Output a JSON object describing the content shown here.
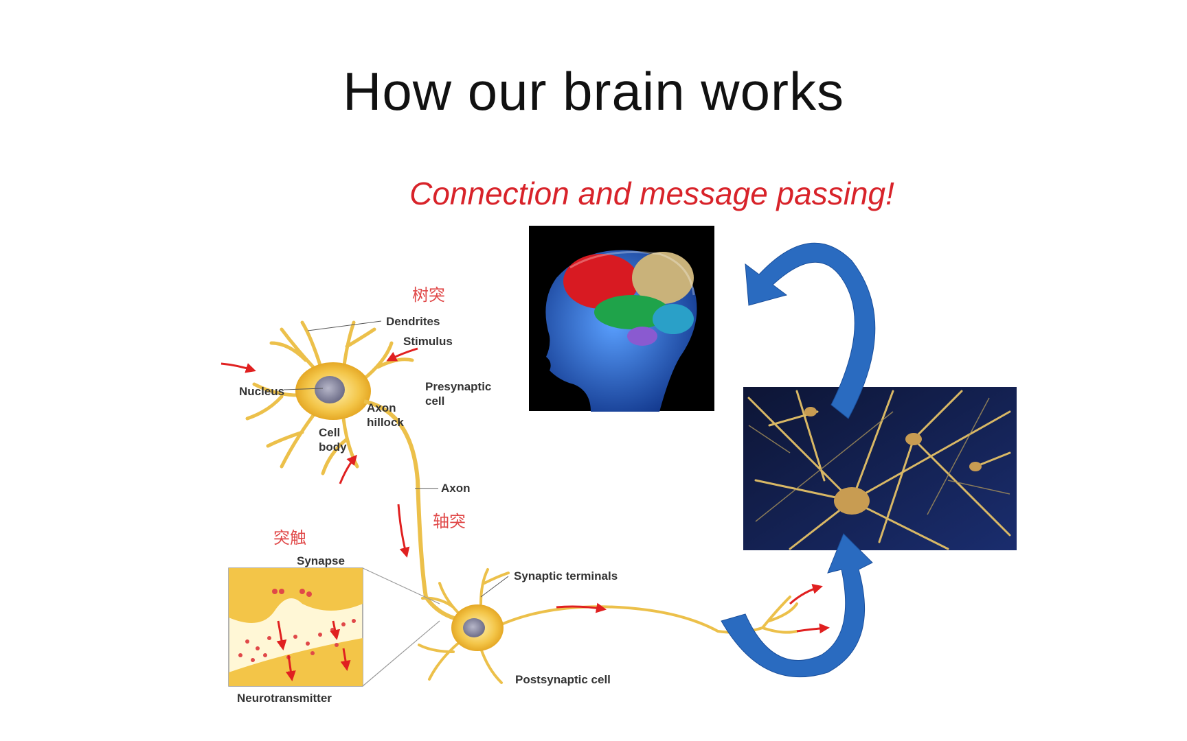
{
  "slide": {
    "title": "How our brain works",
    "subtitle": "Connection and message passing!"
  },
  "neuron_labels": {
    "dendrites_cn": "树突",
    "dendrites": "Dendrites",
    "stimulus": "Stimulus",
    "nucleus": "Nucleus",
    "presynaptic_line1": "Presynaptic",
    "presynaptic_line2": "cell",
    "axon_hillock_line1": "Axon",
    "axon_hillock_line2": "hillock",
    "cell_body_line1": "Cell",
    "cell_body_line2": "body",
    "axon": "Axon",
    "axon_cn": "轴突",
    "synapse_cn": "突触",
    "synapse": "Synapse",
    "synaptic_terminals": "Synaptic terminals",
    "postsynaptic_cell": "Postsynaptic cell",
    "neurotransmitter": "Neurotransmitter"
  },
  "colors": {
    "neuron": "#f0c040",
    "arrow_red": "#e02020",
    "flow_arrow": "#2a6bc0",
    "subtitle": "#d8232a"
  },
  "icons": {
    "brain_image": "brain-head-icon",
    "network_image": "neural-network-icon",
    "flow_arrows": "curved-arrow-icon"
  }
}
